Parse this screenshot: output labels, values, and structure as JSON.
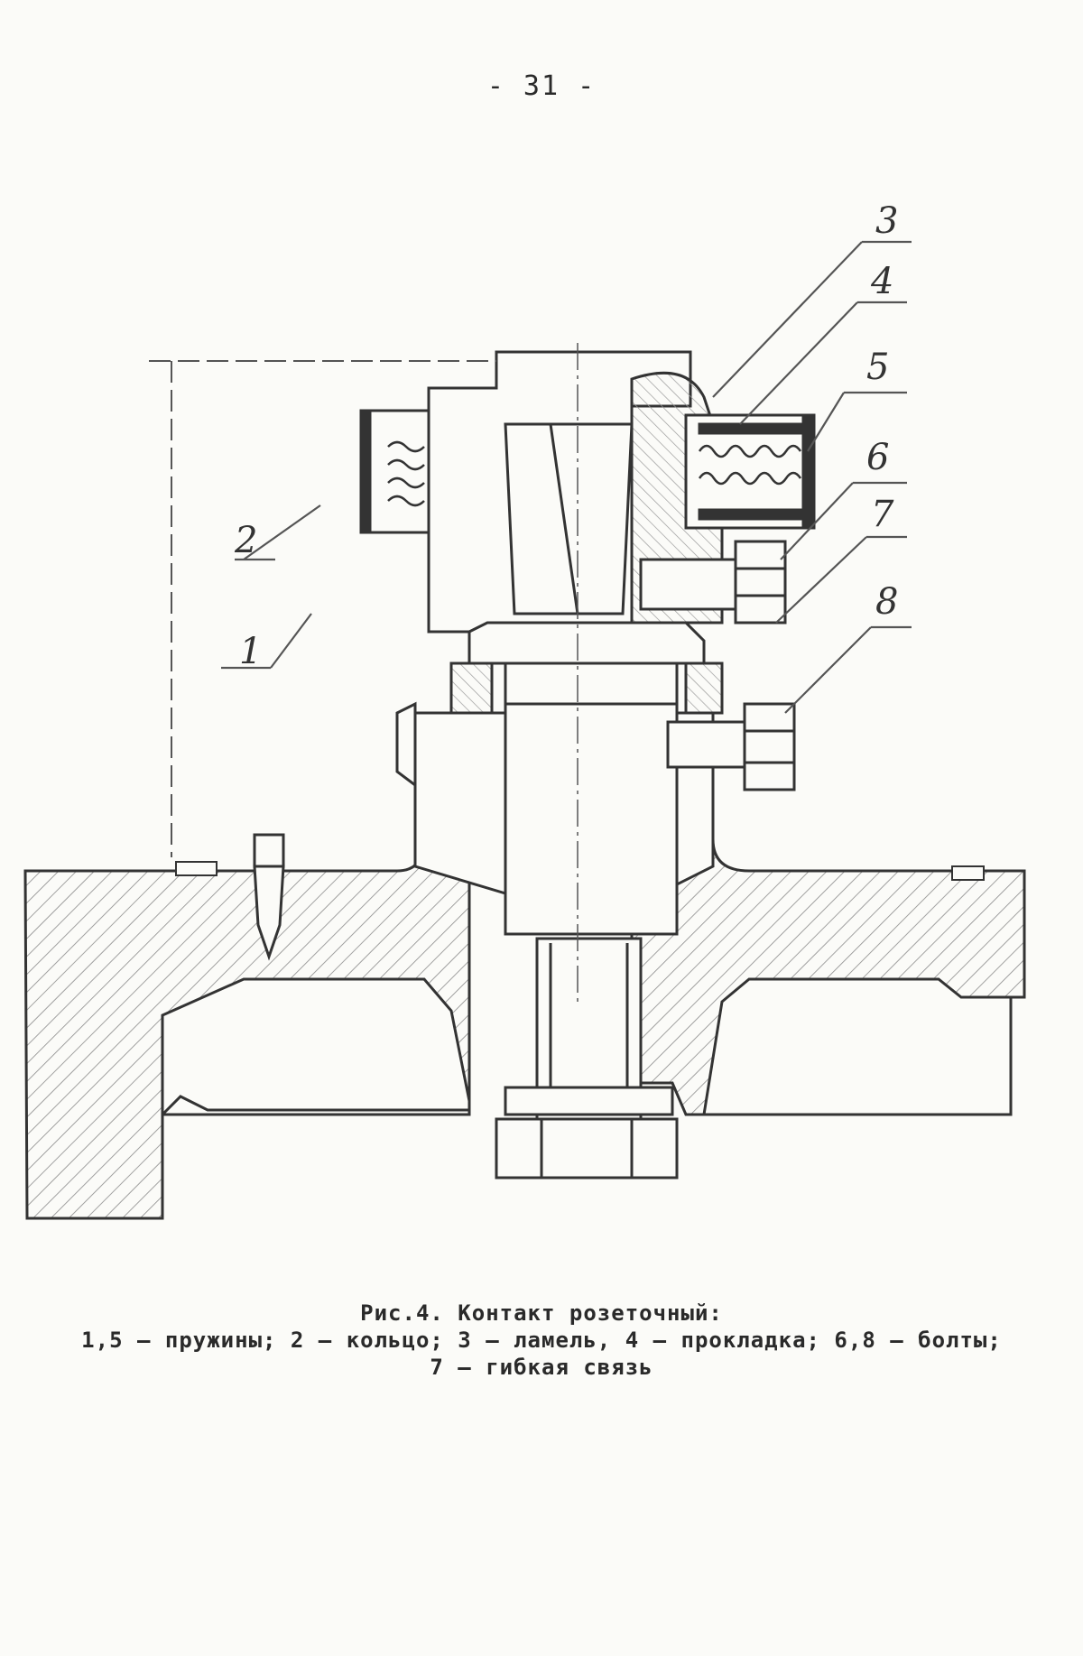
{
  "page": {
    "number": "- 31 -"
  },
  "figure": {
    "callouts": [
      "3",
      "4",
      "5",
      "6",
      "7",
      "8",
      "2",
      "1"
    ],
    "caption_title": "Рис.4. Контакт розеточный:",
    "caption_line2": "1,5 – пружины; 2 – кольцо; 3 – ламель, 4 – прокладка; 6,8 – болты;",
    "caption_line3": "7 – гибкая связь"
  }
}
